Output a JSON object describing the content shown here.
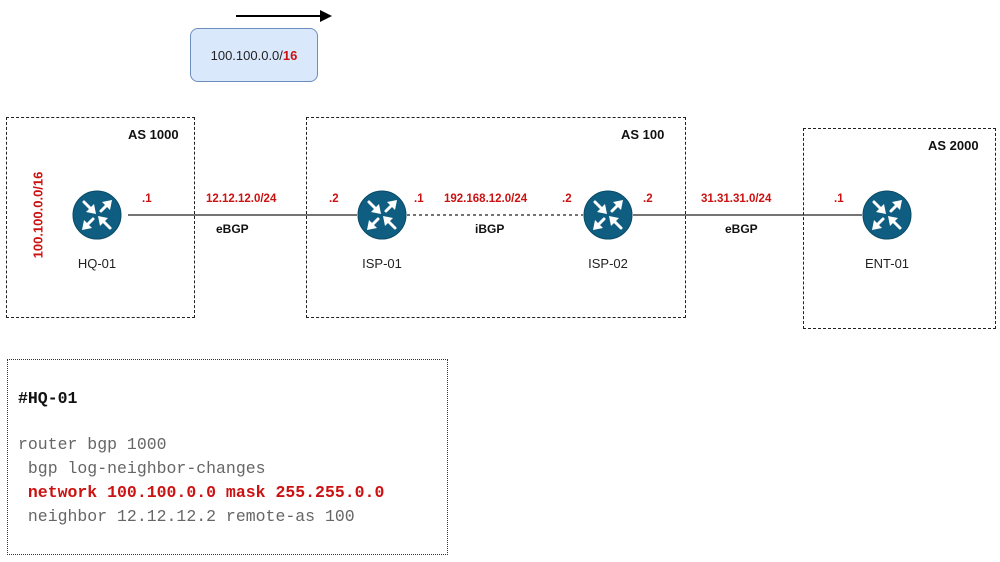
{
  "prefix_box": {
    "network": "100.100.0.0/",
    "mask": "16"
  },
  "as_boxes": [
    {
      "label": "AS 1000"
    },
    {
      "label": "AS 100"
    },
    {
      "label": "AS 2000"
    }
  ],
  "hq_vertical_prefix": "100.100.0.0/16",
  "routers": [
    {
      "name": "HQ-01"
    },
    {
      "name": "ISP-01"
    },
    {
      "name": "ISP-02"
    },
    {
      "name": "ENT-01"
    }
  ],
  "links": [
    {
      "subnet": "12.12.12.0/24",
      "type": "eBGP",
      "left_ip": ".1",
      "right_ip": ".2"
    },
    {
      "subnet": "192.168.12.0/24",
      "type": "iBGP",
      "left_ip": ".1",
      "right_ip": ".2"
    },
    {
      "subnet": "31.31.31.0/24",
      "type": "eBGP",
      "left_ip": ".2",
      "right_ip": ".1"
    }
  ],
  "config": {
    "title": "#HQ-01",
    "lines": [
      "router bgp 1000",
      " bgp log-neighbor-changes",
      " network 100.100.0.0 mask 255.255.0.0",
      " neighbor 12.12.12.2 remote-as 100"
    ]
  },
  "colors": {
    "accent_red": "#cc1111",
    "router_fill": "#0f5d80",
    "prefix_fill": "#dae8fc"
  }
}
